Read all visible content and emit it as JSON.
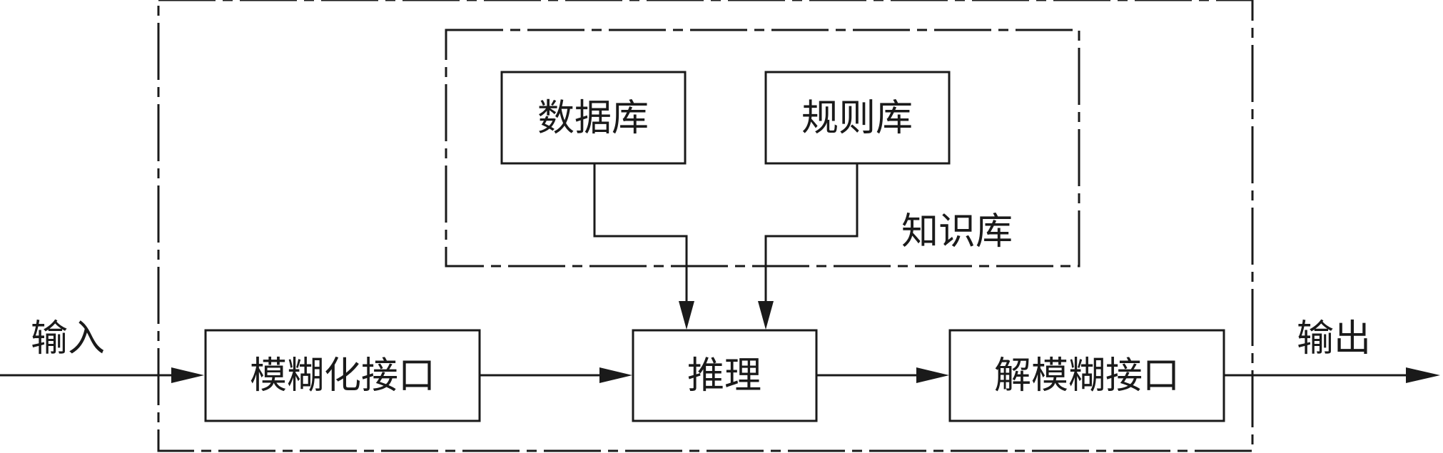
{
  "diagram": {
    "input_label": "输入",
    "output_label": "输出",
    "knowledge_base_label": "知识库",
    "blocks": {
      "database": "数据库",
      "rule_base": "规则库",
      "fuzzification": "模糊化接口",
      "inference": "推理",
      "defuzzification": "解模糊接口"
    }
  }
}
